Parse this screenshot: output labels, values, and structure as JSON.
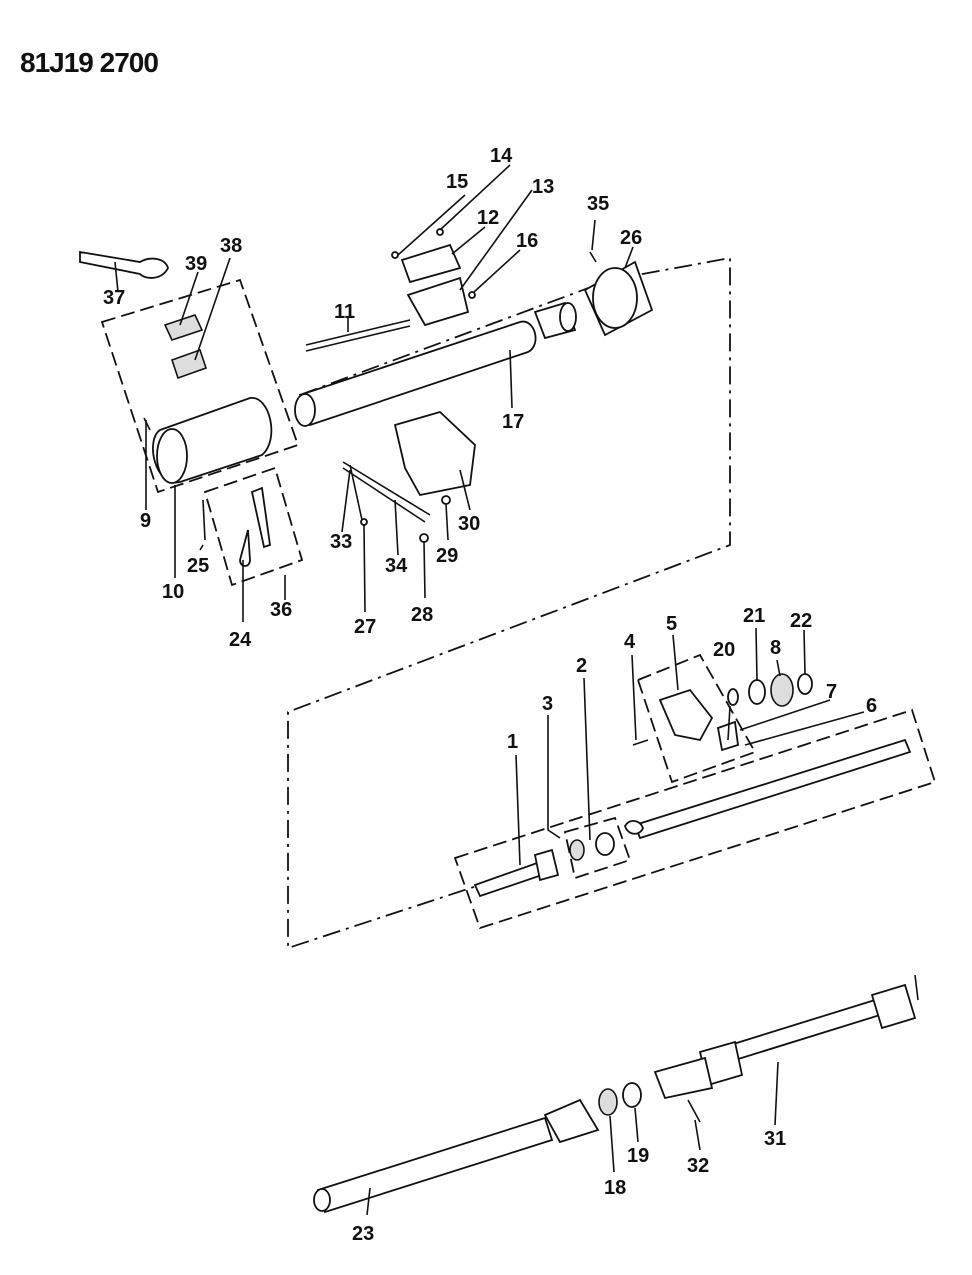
{
  "diagram_code": "81J19 2700",
  "callouts": [
    {
      "id": "1",
      "text": "1"
    },
    {
      "id": "2",
      "text": "2"
    },
    {
      "id": "3",
      "text": "3"
    },
    {
      "id": "4",
      "text": "4"
    },
    {
      "id": "5",
      "text": "5"
    },
    {
      "id": "6",
      "text": "6"
    },
    {
      "id": "7",
      "text": "7"
    },
    {
      "id": "8",
      "text": "8"
    },
    {
      "id": "9",
      "text": "9"
    },
    {
      "id": "10",
      "text": "10"
    },
    {
      "id": "11",
      "text": "11"
    },
    {
      "id": "12",
      "text": "12"
    },
    {
      "id": "13",
      "text": "13"
    },
    {
      "id": "14",
      "text": "14"
    },
    {
      "id": "15",
      "text": "15"
    },
    {
      "id": "16",
      "text": "16"
    },
    {
      "id": "17",
      "text": "17"
    },
    {
      "id": "18",
      "text": "18"
    },
    {
      "id": "19",
      "text": "19"
    },
    {
      "id": "20",
      "text": "20"
    },
    {
      "id": "21",
      "text": "21"
    },
    {
      "id": "22",
      "text": "22"
    },
    {
      "id": "23",
      "text": "23"
    },
    {
      "id": "24",
      "text": "24"
    },
    {
      "id": "25",
      "text": "25"
    },
    {
      "id": "26",
      "text": "26"
    },
    {
      "id": "27",
      "text": "27"
    },
    {
      "id": "28",
      "text": "28"
    },
    {
      "id": "29",
      "text": "29"
    },
    {
      "id": "30",
      "text": "30"
    },
    {
      "id": "31",
      "text": "31"
    },
    {
      "id": "32",
      "text": "32"
    },
    {
      "id": "33",
      "text": "33"
    },
    {
      "id": "34",
      "text": "34"
    },
    {
      "id": "35",
      "text": "35"
    },
    {
      "id": "36",
      "text": "36"
    },
    {
      "id": "37",
      "text": "37"
    },
    {
      "id": "38",
      "text": "38"
    },
    {
      "id": "39",
      "text": "39"
    }
  ]
}
